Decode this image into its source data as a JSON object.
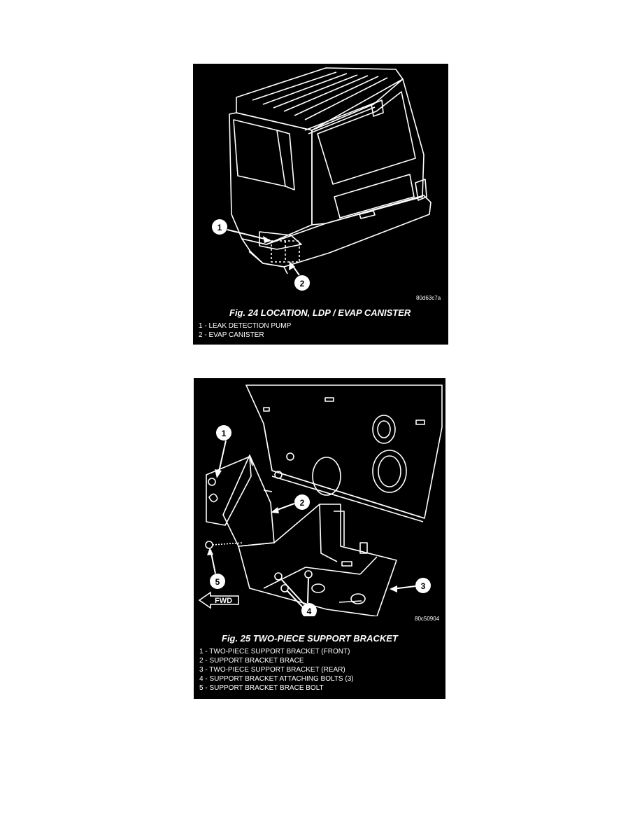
{
  "figures": [
    {
      "code": "80d63c7a",
      "title": "Fig. 24 LOCATION, LDP / EVAP CANISTER",
      "callouts": [
        "1",
        "2"
      ],
      "legend": [
        "1 - LEAK DETECTION PUMP",
        "2 - EVAP CANISTER"
      ]
    },
    {
      "code": "80c50904",
      "title": "Fig. 25 TWO-PIECE SUPPORT BRACKET",
      "callouts": [
        "1",
        "2",
        "3",
        "4",
        "5"
      ],
      "fwd_label": "FWD",
      "legend": [
        "1 - TWO-PIECE SUPPORT BRACKET (FRONT)",
        "2 - SUPPORT BRACKET BRACE",
        "3 - TWO-PIECE SUPPORT BRACKET (REAR)",
        "4 - SUPPORT BRACKET ATTACHING BOLTS (3)",
        "5 - SUPPORT BRACKET BRACE BOLT"
      ]
    }
  ]
}
